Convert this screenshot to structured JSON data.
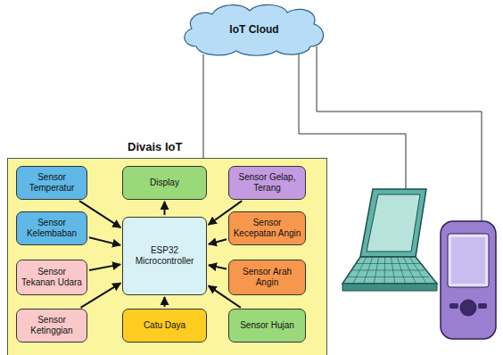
{
  "diagram": {
    "nodes": [
      {
        "text": [
          "IoT Cloud"
        ]
      },
      {
        "text": [
          "Divais IoT"
        ]
      },
      {
        "text": [
          "Sensor Temperatur"
        ],
        "in": 1
      },
      {
        "text": [
          "Display"
        ],
        "in": 1
      },
      {
        "text": [
          "Sensor Gelap, Terang"
        ],
        "in": 1
      },
      {
        "text": [
          "Sensor Kelembaban"
        ],
        "in": 1
      },
      {
        "text": [
          "ESP32 Microcontroller"
        ],
        "in": 1
      },
      {
        "text": [
          "Sensor Kecepatan Angin"
        ],
        "in": 1
      },
      {
        "text": [
          "Sensor Tekanan Udara"
        ],
        "in": 1
      },
      {
        "text": [
          "Sensor Arah Angin"
        ],
        "in": 1
      },
      {
        "text": [
          "Sensor Ketinggian"
        ],
        "in": 1
      },
      {
        "text": [
          "Catu Daya"
        ],
        "in": 1
      },
      {
        "text": [
          "Sensor Hujan"
        ],
        "in": 1
      }
    ],
    "edges": [
      {
        "from": 0,
        "to": 1,
        "arrow": "none"
      },
      {
        "from": 2,
        "to": 6,
        "arrow": "to"
      },
      {
        "from": 6,
        "to": 3,
        "arrow": "to"
      },
      {
        "from": 4,
        "to": 6,
        "arrow": "to"
      },
      {
        "from": 5,
        "to": 6,
        "arrow": "to"
      },
      {
        "from": 7,
        "to": 6,
        "arrow": "to"
      },
      {
        "from": 8,
        "to": 6,
        "arrow": "to"
      },
      {
        "from": 9,
        "to": 6,
        "arrow": "to"
      },
      {
        "from": 10,
        "to": 6,
        "arrow": "to"
      },
      {
        "from": 11,
        "to": 6,
        "arrow": "to"
      },
      {
        "from": 12,
        "to": 6,
        "arrow": "to"
      }
    ]
  }
}
